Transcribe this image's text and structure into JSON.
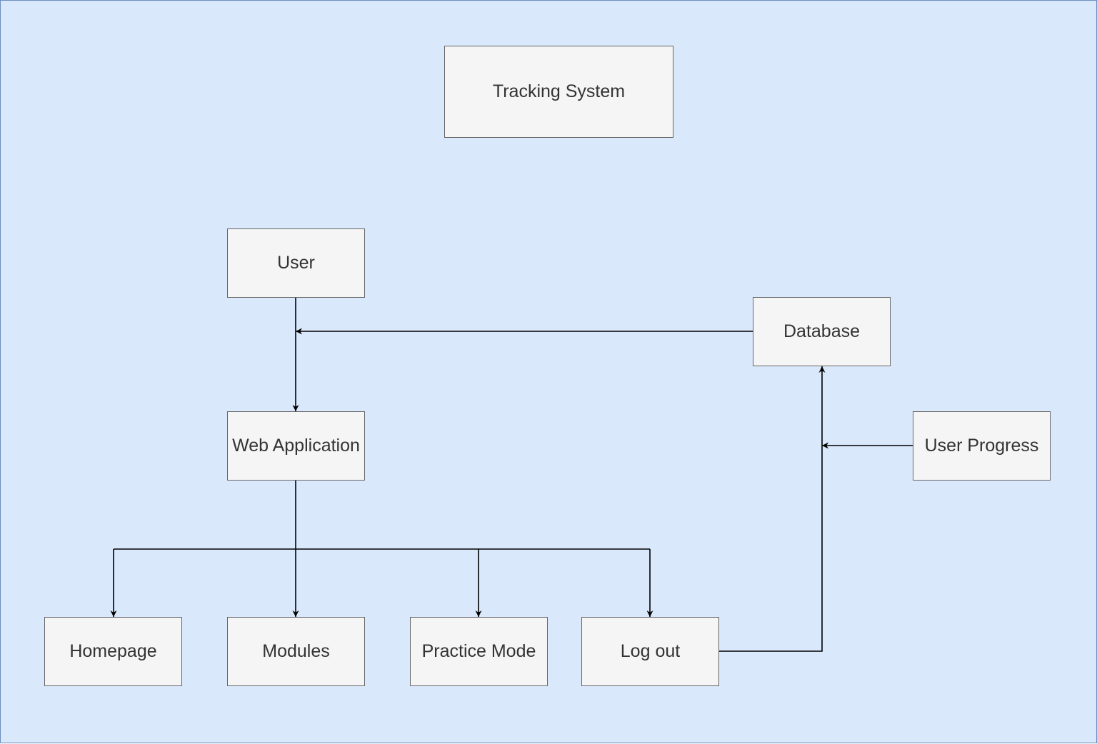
{
  "diagram": {
    "colors": {
      "background": "#dae8fc",
      "background_border": "#6c8ebf",
      "node_fill": "#f5f5f5",
      "node_border": "#666666",
      "node_text": "#333333",
      "edge": "#000000"
    },
    "nodes": {
      "title": "Tracking System",
      "user": "User",
      "database": "Database",
      "web_application": "Web Application",
      "user_progress": "User Progress",
      "homepage": "Homepage",
      "modules": "Modules",
      "practice_mode": "Practice Mode",
      "log_out": "Log out"
    },
    "edges": [
      {
        "from": "User",
        "to": "Web Application"
      },
      {
        "from": "Database",
        "to": "User → Web Application link"
      },
      {
        "from": "Web Application",
        "to": "Homepage"
      },
      {
        "from": "Web Application",
        "to": "Modules"
      },
      {
        "from": "Web Application",
        "to": "Practice Mode"
      },
      {
        "from": "Web Application",
        "to": "Log out"
      },
      {
        "from": "Log out",
        "to": "Database"
      },
      {
        "from": "User Progress",
        "to": "Log out → Database link"
      }
    ]
  }
}
